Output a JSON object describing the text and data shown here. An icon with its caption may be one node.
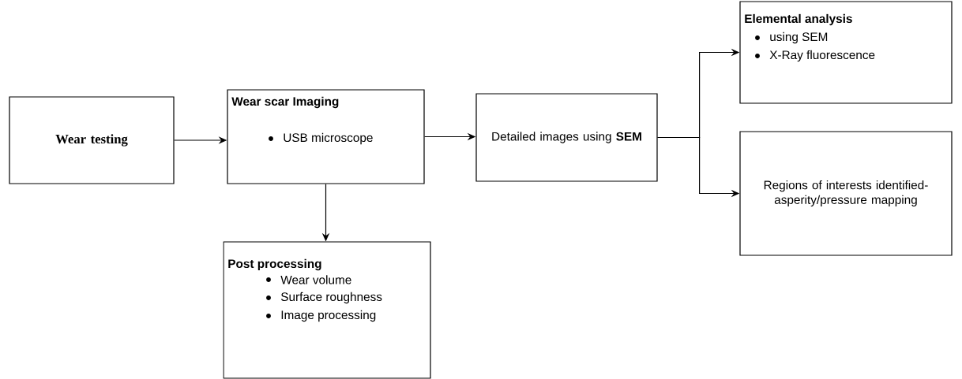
{
  "diagram": {
    "nodes": [
      {
        "text": [
          "Wear testing"
        ]
      },
      {
        "text": [
          "Wear scar Imaging",
          "USB microscope"
        ]
      },
      {
        "text": [
          "Post processing",
          "Wear volume",
          "Surface roughness",
          "Image processing"
        ]
      },
      {
        "text": [
          "Detailed images using **SEM**"
        ]
      },
      {
        "text": [
          "Elemental analysis",
          "using SEM",
          "X-Ray fluorescence"
        ]
      },
      {
        "text": [
          "Regions of interests identified- asperity/pressure mapping"
        ]
      }
    ],
    "edges": [
      {
        "from": 0,
        "to": 1,
        "arrow": "to"
      },
      {
        "from": 1,
        "to": 3,
        "arrow": "to"
      },
      {
        "from": 1,
        "to": 2,
        "arrow": "to"
      },
      {
        "from": 3,
        "to": 4,
        "arrow": "to"
      },
      {
        "from": 3,
        "to": 5,
        "arrow": "to"
      }
    ]
  }
}
